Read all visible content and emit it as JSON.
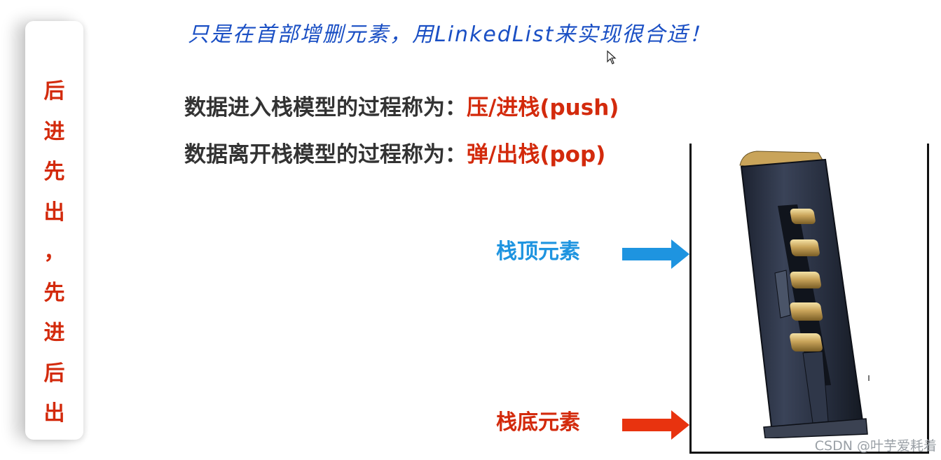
{
  "left_bar": {
    "chars": [
      "后",
      "进",
      "先",
      "出",
      "，",
      "先",
      "进",
      "后",
      "出"
    ]
  },
  "top_note": "只是在首部增删元素，用LinkedList来实现很合适！",
  "line1": {
    "prefix": "数据进入栈模型的过程称为：",
    "highlight": "压/进栈(push)"
  },
  "line2": {
    "prefix": "数据离开栈模型的过程称为：",
    "highlight": "弹/出栈(pop)"
  },
  "labels": {
    "top": "栈顶元素",
    "bottom": "栈底元素"
  },
  "watermark": "CSDN @叶芋爱耗着",
  "icons": {
    "arrow_top": "right-arrow-icon",
    "arrow_bottom": "right-arrow-icon",
    "magazine": "pistol-magazine-icon",
    "cursor": "mouse-cursor-icon"
  },
  "colors": {
    "red": "#d32a0c",
    "blue": "#1e94e0",
    "note_blue": "#1a4fc4",
    "text": "#333333"
  }
}
